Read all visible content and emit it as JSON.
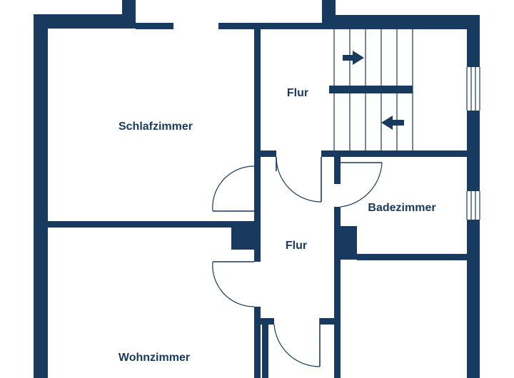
{
  "colors": {
    "wall": "#173a5e",
    "background": "#ffffff"
  },
  "rooms": {
    "schlafzimmer": "Schlafzimmer",
    "flur_upper": "Flur",
    "flur_lower": "Flur",
    "badezimmer": "Badezimmer",
    "wohnzimmer": "Wohnzimmer"
  },
  "icons": {
    "stair_arrow_up": "arrow-right-icon",
    "stair_arrow_down": "arrow-left-icon"
  }
}
